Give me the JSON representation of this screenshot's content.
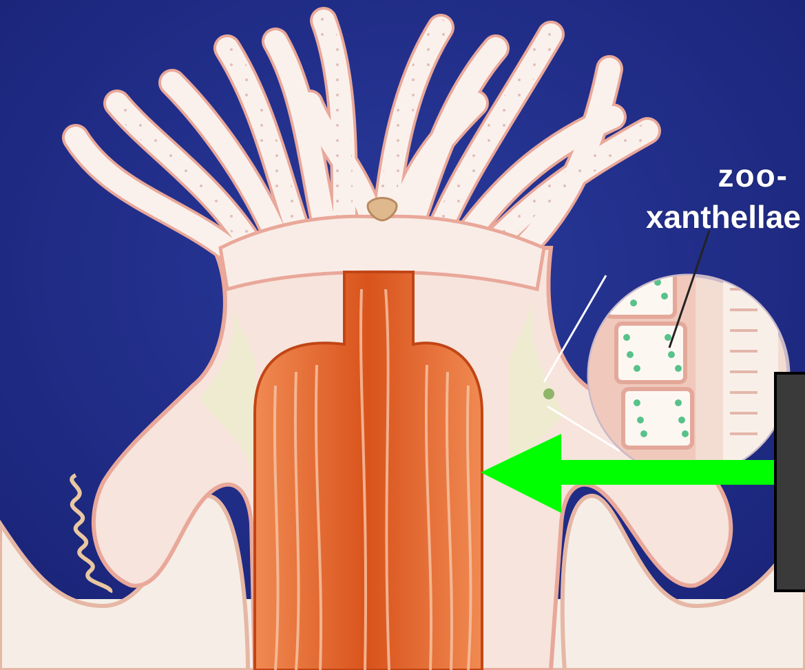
{
  "diagram": {
    "label": {
      "line1": "zoo-",
      "line2": "xanthellae"
    },
    "parts": [
      "tentacle-icon",
      "mouth-icon",
      "gastric-cavity-icon",
      "mesentery-icon",
      "zooxanthellae-inset-icon",
      "skeleton-cup-icon"
    ]
  },
  "colors": {
    "background": "#1f2c86",
    "polyp_tissue": "#f7e4dc",
    "gut": "#e4672a",
    "arrow": "#00ff00",
    "answer_box": "#3a3a3a",
    "zooxanthellae": "#58c28a"
  },
  "overlay": {
    "arrow_direction": "left",
    "answer_box_state": "hidden"
  }
}
